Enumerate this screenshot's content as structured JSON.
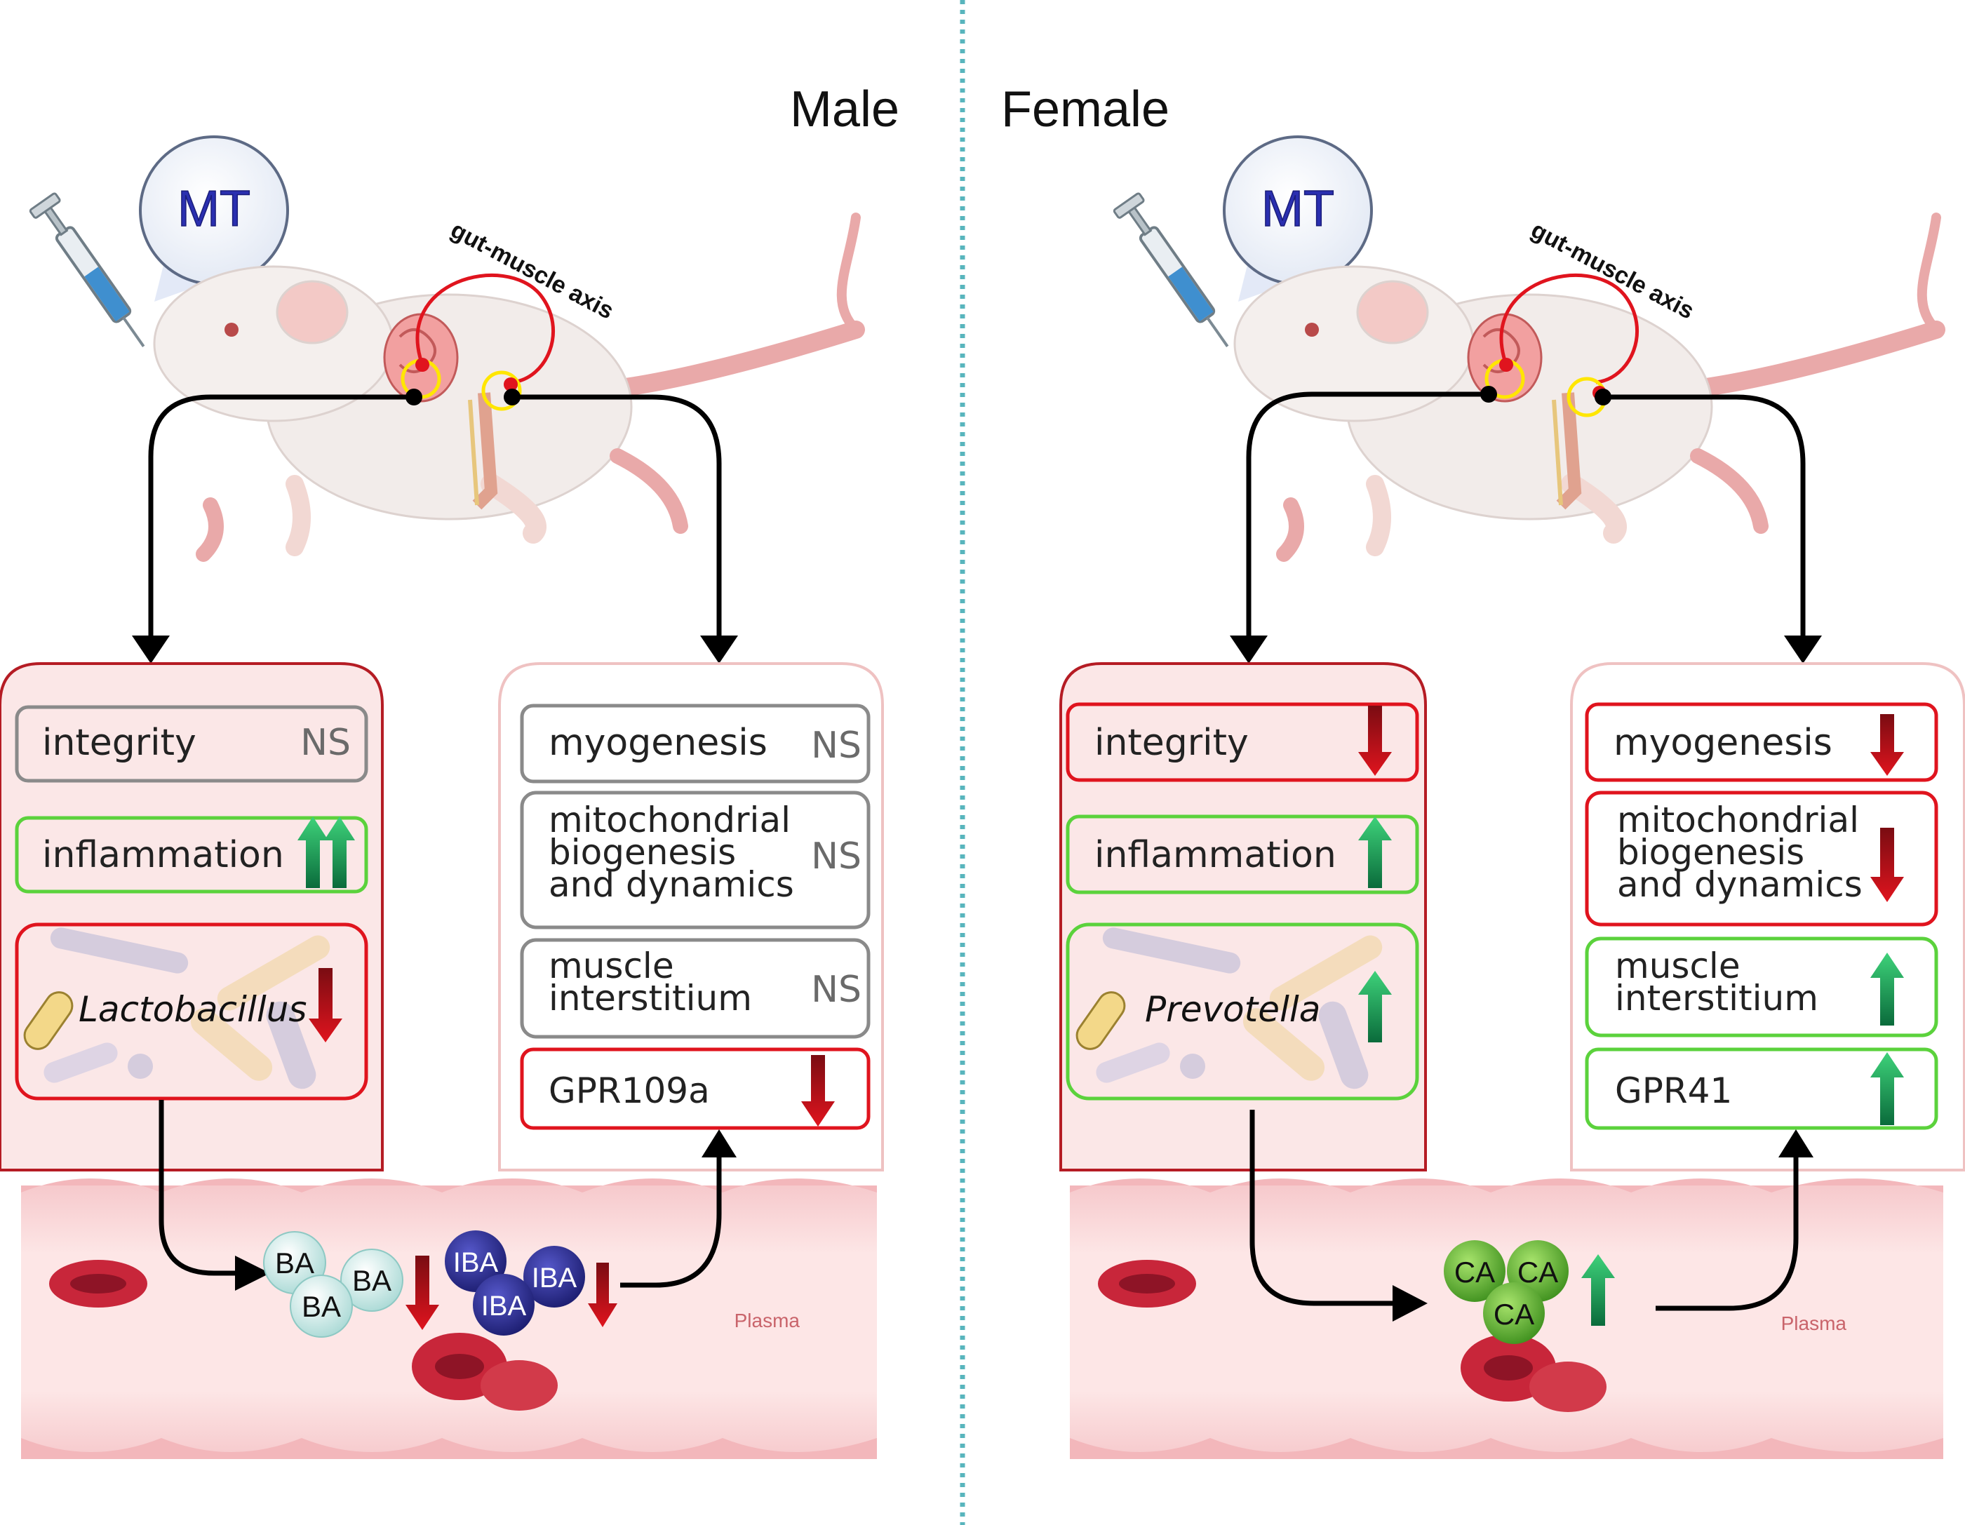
{
  "headings": {
    "male": "Male",
    "female": "Female"
  },
  "injection_label": "MT",
  "axis_label": "gut-muscle axis",
  "plasma_label": "Plasma",
  "colors": {
    "down": "#c8101d",
    "up": "#12a05a",
    "ns_border": "#8a8a8a",
    "red_border": "#e0141e",
    "green_border": "#5bd23c",
    "gut_panel_fill": "#fbe7e7",
    "gut_panel_border": "#b51c24",
    "muscle_panel_fill": "#ffffff",
    "muscle_panel_border": "#efc2c2",
    "bile_acid": "#d7f0ee",
    "iso_bile_acid": "#2a2c8f",
    "cholic_acid": "#6cbf3a"
  },
  "male": {
    "gut": {
      "integrity": {
        "label": "integrity",
        "status": "NS"
      },
      "inflammation": {
        "label": "inflammation",
        "trend": "up-double"
      },
      "microbe": {
        "label": "Lactobacillus",
        "trend": "down"
      }
    },
    "muscle": {
      "myogenesis": {
        "label": "myogenesis",
        "status": "NS"
      },
      "mito": {
        "line1": "mitochondrial",
        "line2": "biogenesis",
        "line3": "and dynamics",
        "status": "NS"
      },
      "interstitium": {
        "line1": "muscle",
        "line2": "interstitium",
        "status": "NS"
      },
      "receptor": {
        "label": "GPR109a",
        "trend": "down"
      }
    },
    "metabolites": {
      "ba": [
        "BA",
        "BA",
        "BA"
      ],
      "iba": [
        "IBA",
        "IBA",
        "IBA"
      ],
      "ba_trend": "down",
      "iba_trend": "down"
    }
  },
  "female": {
    "gut": {
      "integrity": {
        "label": "integrity",
        "trend": "down"
      },
      "inflammation": {
        "label": "inflammation",
        "trend": "up"
      },
      "microbe": {
        "label": "Prevotella",
        "trend": "up"
      }
    },
    "muscle": {
      "myogenesis": {
        "label": "myogenesis",
        "trend": "down"
      },
      "mito": {
        "line1": "mitochondrial",
        "line2": "biogenesis",
        "line3": "and dynamics",
        "trend": "down"
      },
      "interstitium": {
        "line1": "muscle",
        "line2": "interstitium",
        "trend": "up"
      },
      "receptor": {
        "label": "GPR41",
        "trend": "up"
      }
    },
    "metabolites": {
      "ca": [
        "CA",
        "CA",
        "CA"
      ],
      "ca_trend": "up"
    }
  }
}
